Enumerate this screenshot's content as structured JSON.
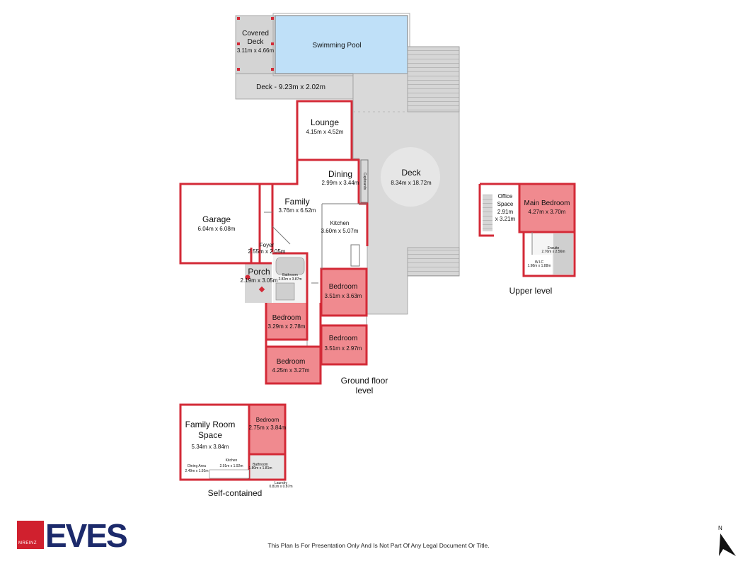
{
  "brand": {
    "name": "EVES",
    "sub": "MREINZ",
    "red": "#d0202e",
    "navy": "#1c2a6b"
  },
  "disclaimer": "This Plan Is For Presentation Only And Is Not Part Of Any Legal Document Or Title.",
  "colors": {
    "wall": "#d32a37",
    "room_red": "#f08a8f",
    "deck": "#d9d9d9",
    "pool": "#bfe0f8"
  },
  "levels": {
    "ground": "Ground floor\nlevel",
    "upper": "Upper level",
    "self": "Self-contained"
  },
  "rooms": {
    "covered_deck": {
      "name": "Covered\nDeck",
      "dim": "3.11m x 4.66m"
    },
    "pool": {
      "name": "Swimming Pool"
    },
    "deck_small": {
      "name": "Deck - 9.23m x 2.02m"
    },
    "lounge": {
      "name": "Lounge",
      "dim": "4.15m x 4.52m"
    },
    "deck_big": {
      "name": "Deck",
      "dim": "8.34m x 18.72m"
    },
    "dining": {
      "name": "Dining",
      "dim": "2.99m x 3.44m"
    },
    "family": {
      "name": "Family",
      "dim": "3.76m x 6.52m"
    },
    "garage": {
      "name": "Garage",
      "dim": "6.04m x 6.08m"
    },
    "kitchen": {
      "name": "Kitchen",
      "dim": "3.60m x 5.07m"
    },
    "foyer": {
      "name": "Foyer",
      "dim": "2.55m x 2.05m"
    },
    "porch": {
      "name": "Porch",
      "dim": "2.19m x 3.05m"
    },
    "bathroom": {
      "name": "Bathroom",
      "dim": "2.82m x 3.87m"
    },
    "bed1": {
      "name": "Bedroom",
      "dim": "3.51m x 3.63m"
    },
    "bed2": {
      "name": "Bedroom",
      "dim": "3.29m x 2.78m"
    },
    "bed3": {
      "name": "Bedroom",
      "dim": "3.51m x 2.97m"
    },
    "bed4": {
      "name": "Bedroom",
      "dim": "4.25m x 3.27m"
    },
    "cupboards": {
      "name": "Cupboards"
    },
    "office": {
      "name": "Office\nSpace",
      "dim": "2.91m\nx 3.21m"
    },
    "main_bed": {
      "name": "Main Bedroom",
      "dim": "4.27m x 3.70m"
    },
    "ensuite": {
      "name": "Ensuite",
      "dim": "2.76m x 2.56m"
    },
    "wic": {
      "name": "W.I.C",
      "dim": "1.98m x 1.88m"
    },
    "family_room": {
      "name": "Family Room\nSpace",
      "dim": "5.34m x 3.84m"
    },
    "bed_self": {
      "name": "Bedroom",
      "dim": "2.75m x 3.84m"
    },
    "kitchen_self": {
      "name": "Kitchen",
      "dim": "2.91m x 1.92m"
    },
    "dining_area": {
      "name": "Dining Area",
      "dim": "2.49m x 1.92m"
    },
    "bathroom_self": {
      "name": "Bathroom",
      "dim": "1.80m x 1.81m"
    },
    "laundry": {
      "name": "Laundry",
      "dim": "0.81m x 0.87m"
    }
  },
  "north": "N"
}
